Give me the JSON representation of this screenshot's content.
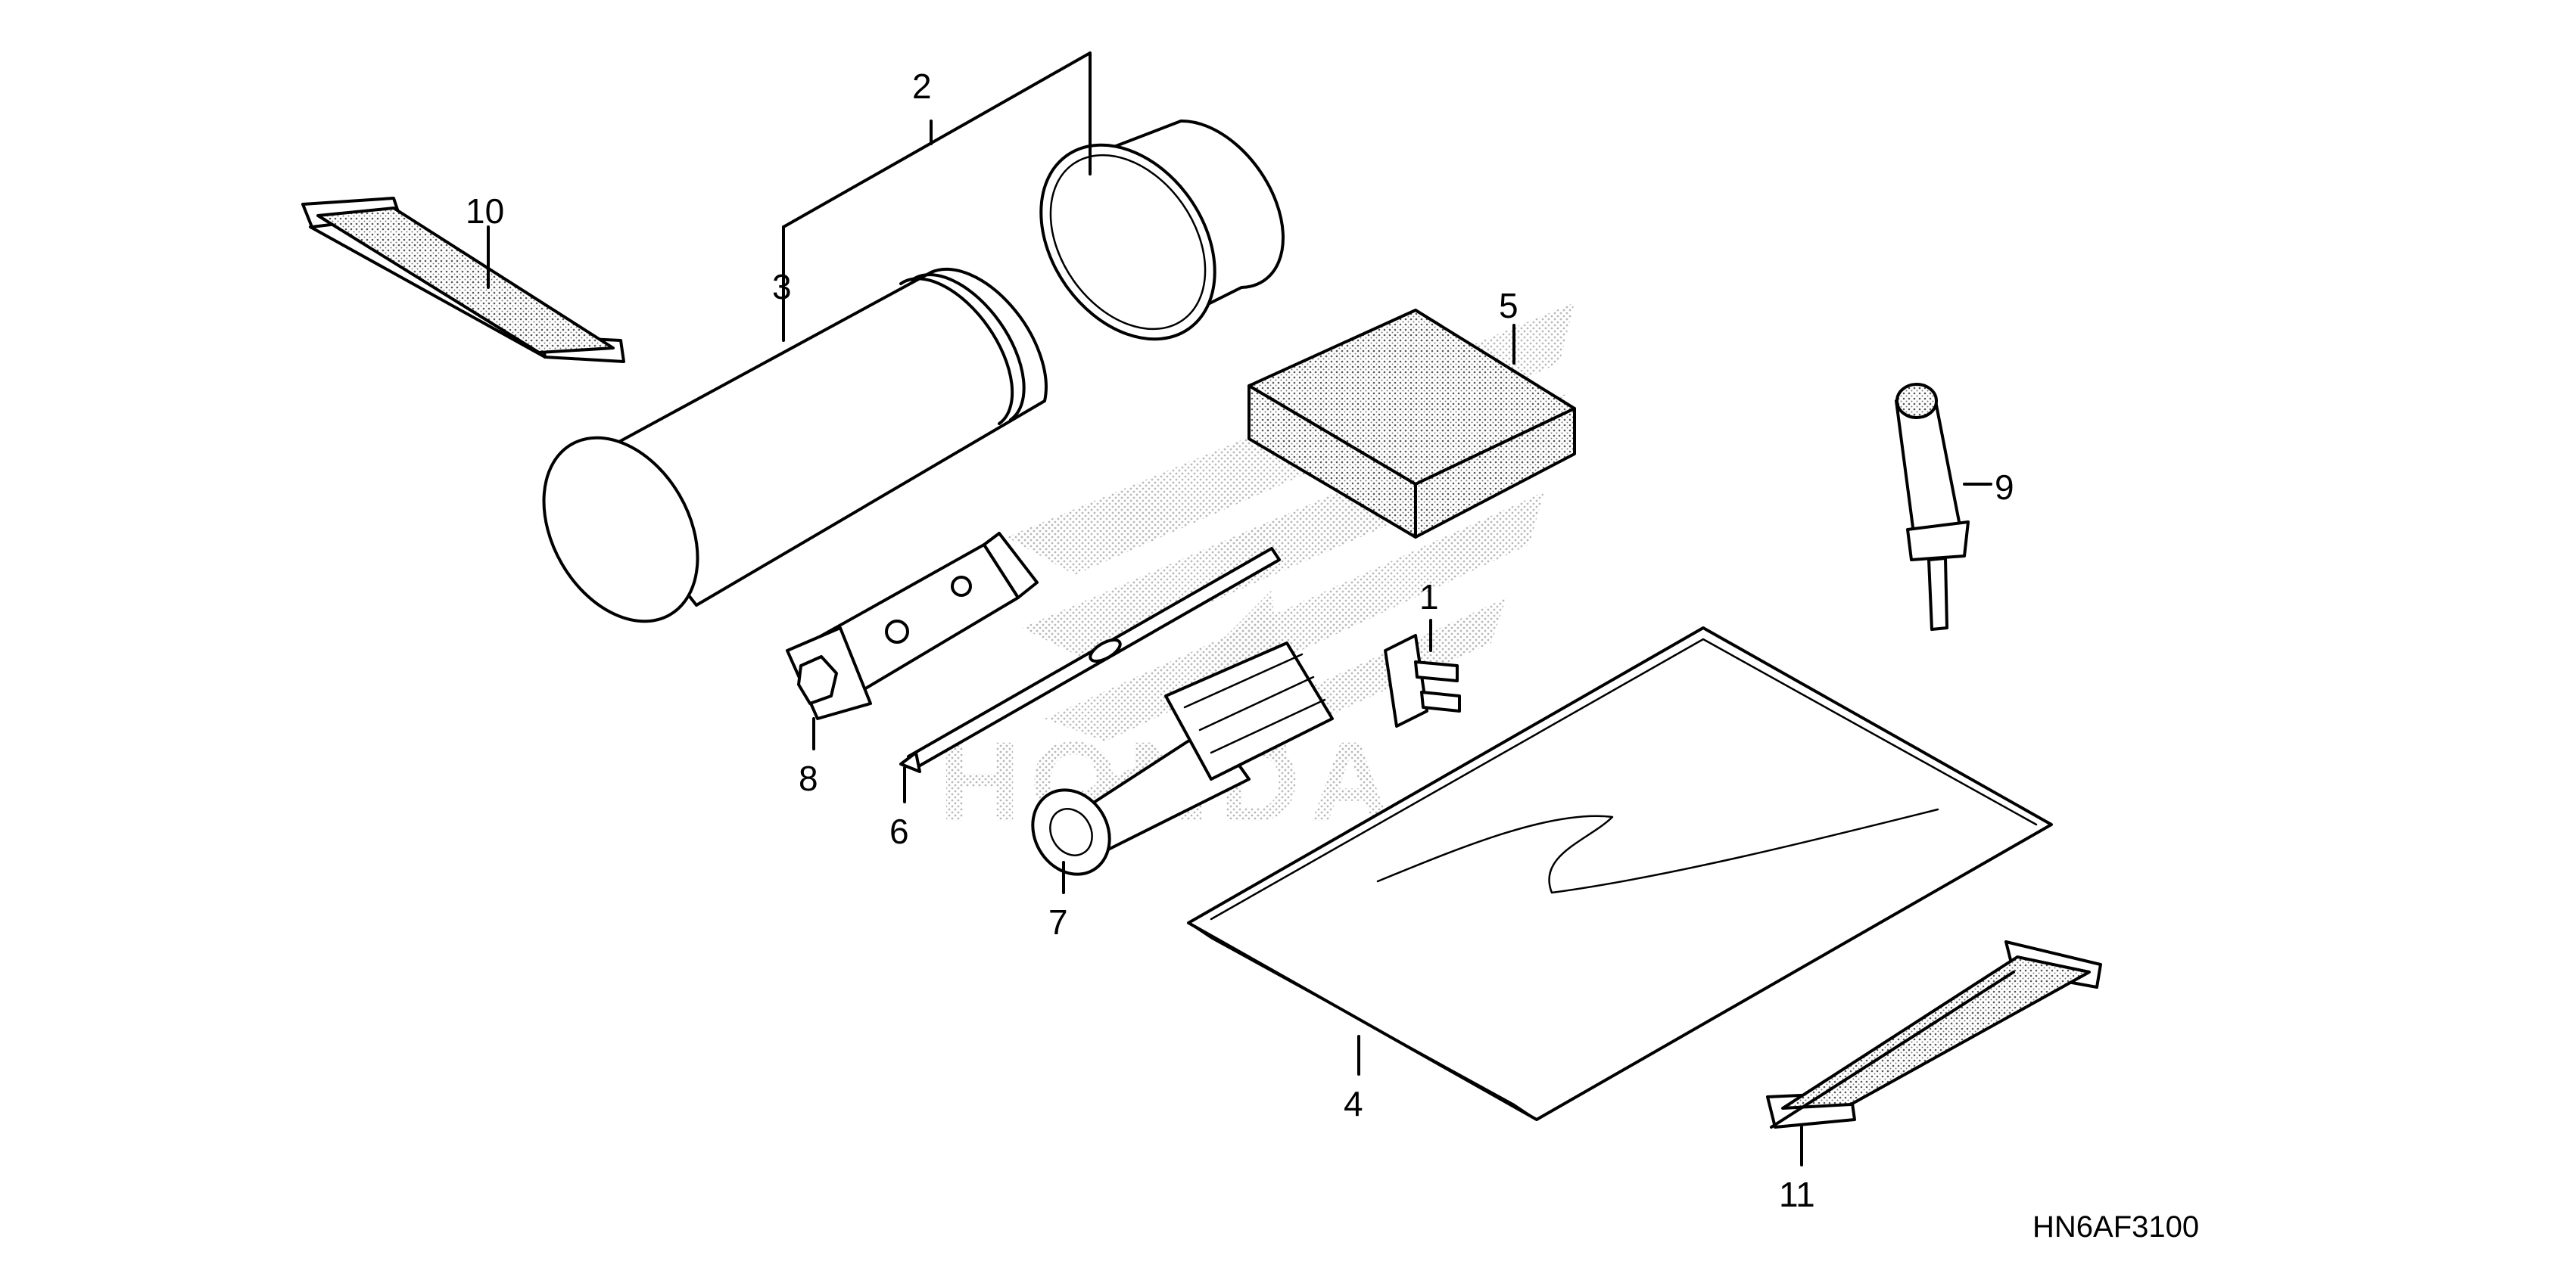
{
  "diagram_code": "HN6AF3100",
  "watermark_text": "HONDA",
  "callouts": {
    "c1": "1",
    "c2": "2",
    "c3": "3",
    "c4": "4",
    "c5": "5",
    "c6": "6",
    "c7": "7",
    "c8": "8",
    "c9": "9",
    "c10": "10",
    "c11": "11"
  }
}
